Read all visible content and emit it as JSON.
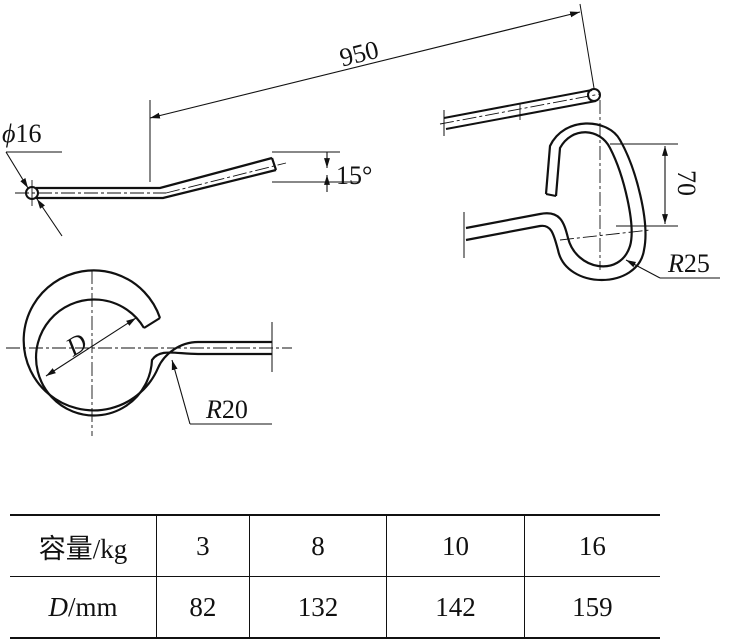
{
  "dimensions": {
    "length": "950",
    "diameter_prefix": "ϕ",
    "diameter_value": "16",
    "angle": "15°",
    "offset": "70",
    "radius_large_prefix": "R",
    "radius_large_value": "25",
    "radius_small_prefix": "R",
    "radius_small_value": "20",
    "ring_diameter": "D"
  },
  "table": {
    "row1_label": "容量/kg",
    "row1_values": [
      "3",
      "8",
      "10",
      "16"
    ],
    "row2_label_var": "D",
    "row2_label_unit": "/mm",
    "row2_values": [
      "82",
      "132",
      "142",
      "159"
    ]
  }
}
